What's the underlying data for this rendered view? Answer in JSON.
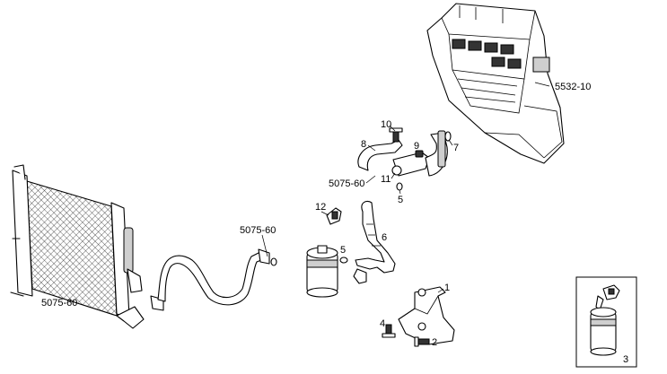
{
  "callouts": {
    "heater_box": "5532-10",
    "pipe_upper": "5075-60",
    "pipe_lower": "5075-60",
    "condenser": "5075-60",
    "n10": "10",
    "n8": "8",
    "n9": "9",
    "n7": "7",
    "n11": "11",
    "n5a": "5",
    "n12": "12",
    "n6": "6",
    "n5b": "5",
    "n1": "1",
    "n4": "4",
    "n2": "2",
    "n3": "3"
  }
}
